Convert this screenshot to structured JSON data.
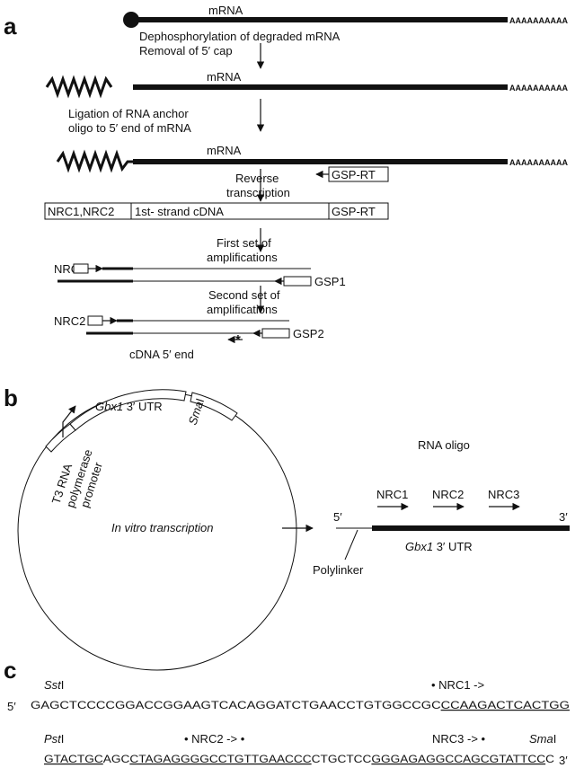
{
  "panel_a": {
    "label": "a",
    "mrna": "mRNA",
    "polya": "AAAAAAAAAA",
    "step1_line1": "Dephosphorylation of degraded mRNA",
    "step1_line2": "Removal of 5′ cap",
    "step2_line1": "Ligation of RNA anchor",
    "step2_line2": "oligo to 5′ end of mRNA",
    "gsp_rt": "GSP-RT",
    "step3_line1": "Reverse",
    "step3_line2": "transcription",
    "nrc12": "NRC1,NRC2",
    "cdna": "1st- strand cDNA",
    "step4_line1": "First set of",
    "step4_line2": "amplifications",
    "nrc1": "NRC1",
    "gsp1": "GSP1",
    "step5_line1": "Second set of",
    "step5_line2": "amplifications",
    "nrc2": "NRC2",
    "gsp2": "GSP2",
    "asterisk": "*",
    "cdna_end": "cDNA 5′ end"
  },
  "panel_b": {
    "label": "b",
    "gbx1": "Gbx1",
    "utr": " 3′ UTR",
    "sma": "Sma",
    "sma_i": "I",
    "t3_line1": "T3 RNA",
    "t3_line2": "polymerase",
    "t3_line3": "promoter",
    "invitro": "In vitro transcription",
    "rna_oligo": "RNA oligo",
    "nrc1": "NRC1",
    "nrc2": "NRC2",
    "nrc3": "NRC3",
    "five": "5′",
    "three": "3′",
    "polylinker": "Polylinker"
  },
  "panel_c": {
    "label": "c",
    "sst": "Sst",
    "sst_i": "I",
    "nrc1_mark": "• NRC1 ->",
    "five": "5′",
    "seq1_a": "GAGCTCCCCGGACCGGAAGTCACAGGATCTGAACCTGTGGCCGC",
    "seq1_b": "CCAAGACTCACTGG",
    "pst": "Pst",
    "pst_i": "I",
    "nrc2_mark": "• NRC2 -> •",
    "nrc3_mark": "NRC3 -> •",
    "sma": "Sma",
    "sma_i": "I",
    "seq2_a": "GTACTGC",
    "seq2_b": "AGC",
    "seq2_c": "CTAGAGGGGCCTGTTGAACCC",
    "seq2_d": "CTGCTCC",
    "seq2_e": "GGGAGAGGCCAGCGTATTCC",
    "seq2_f": "C",
    "three": "3′"
  }
}
